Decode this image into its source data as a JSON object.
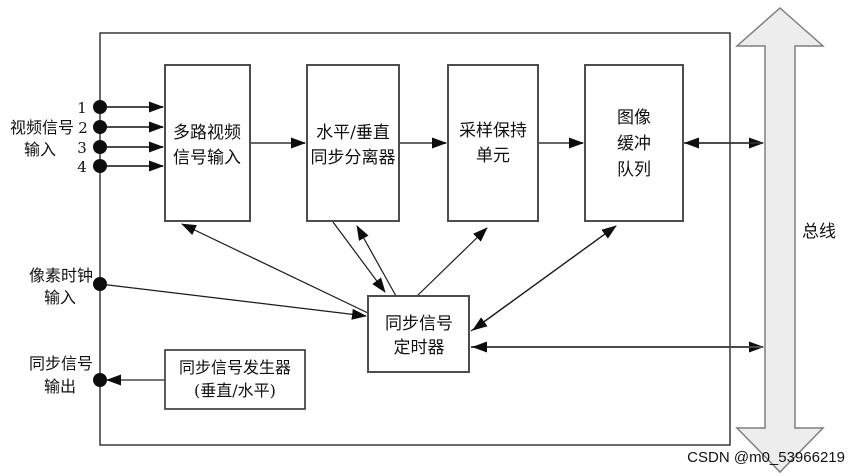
{
  "watermark": {
    "text": "CSDN @m0_53966219",
    "color": "#ababab"
  },
  "bus": {
    "label": "总线"
  },
  "inputs": {
    "video": {
      "label_line1": "视频信号",
      "label_line2": "输入",
      "channels": [
        "1",
        "2",
        "3",
        "4"
      ]
    },
    "pixel_clock": {
      "label_line1": "像素时钟",
      "label_line2": "输入"
    },
    "sync_output": {
      "label_line1": "同步信号",
      "label_line2": "输出"
    }
  },
  "blocks": {
    "multi_video": {
      "line1": "多路视频",
      "line2": "信号输入"
    },
    "separator": {
      "line1": "水平/垂直",
      "line2": "同步分离器"
    },
    "sample_hold": {
      "line1": "采样保持",
      "line2": "单元"
    },
    "image_buffer": {
      "line1": "图像",
      "line2": "缓冲",
      "line3": "队列"
    },
    "timer": {
      "line1": "同步信号",
      "line2": "定时器"
    },
    "generator": {
      "line1": "同步信号发生器",
      "line2": "(垂直/水平)"
    }
  },
  "colors": {
    "background": "#ffffff",
    "outer_border": "#1a1a1a",
    "box_border": "#4d4d4d",
    "connector": "#666666",
    "diagonal_line": "#1a1a1a",
    "arrowhead": "#0d0d0d",
    "bus_fill": "#ededed",
    "bus_border": "#7f7f7f",
    "text": "#111111"
  }
}
